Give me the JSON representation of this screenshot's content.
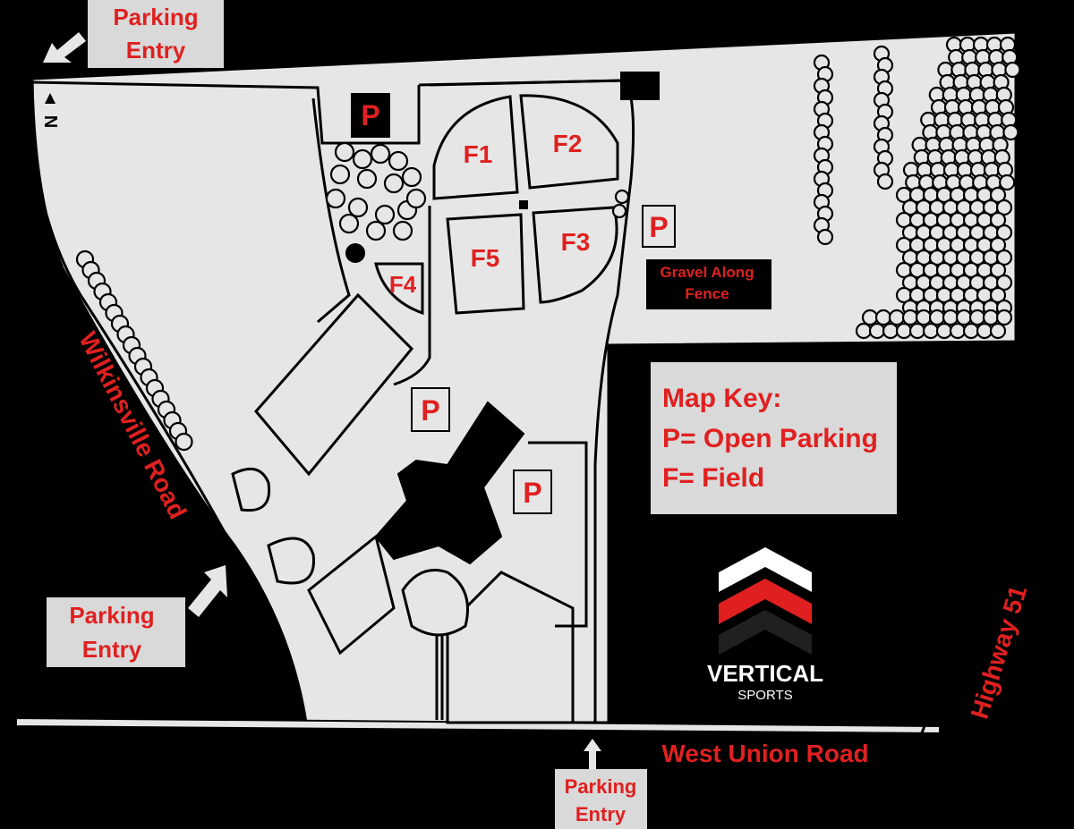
{
  "labels": {
    "parking_entry_top": [
      "Parking",
      "Entry"
    ],
    "parking_entry_left": [
      "Parking",
      "Entry"
    ],
    "parking_entry_bottom": [
      "Parking",
      "Entry"
    ],
    "north": "N",
    "road_left": "Wilkinsville Road",
    "road_bottom": "West Union Road",
    "road_right": "Highway 51",
    "gravel": [
      "Gravel Along",
      "Fence"
    ],
    "parking_marker": "P"
  },
  "fields": {
    "f1": "F1",
    "f2": "F2",
    "f3": "F3",
    "f4": "F4",
    "f5": "F5"
  },
  "key": {
    "title": "Map Key:",
    "line1": "P= Open Parking",
    "line2": "F= Field"
  },
  "logo": {
    "name": "VERTICAL",
    "sub": "SPORTS"
  },
  "colors": {
    "label_red": "#e02020",
    "land": "#e6e6e6",
    "background": "#000000",
    "box": "#d9d9d9"
  }
}
